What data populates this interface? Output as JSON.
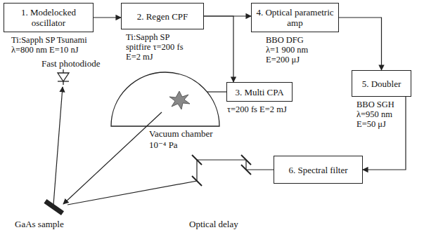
{
  "diagram": {
    "nodes": [
      {
        "text": [
          "1. Modelocked oscillator",
          "Ti:Sapph SP Tsunami",
          "λ=800 nm E=10 nJ"
        ]
      },
      {
        "text": [
          "2. Regen CPF",
          "Ti:Sapph SP",
          "spitfire τ=200 fs",
          "E=2 mJ"
        ]
      },
      {
        "text": [
          "4. Optical parametric amp",
          "BBO DFG",
          "λ=1 900 nm",
          "E=200 μJ"
        ]
      },
      {
        "text": [
          "3. Multi CPA",
          "τ=200 fs E=2 mJ"
        ]
      },
      {
        "text": [
          "5. Doubler",
          "BBO SGH",
          "λ=950 nm",
          "E=50 μJ"
        ]
      },
      {
        "text": [
          "6. Spectral filter"
        ]
      },
      {
        "text": [
          "Vacuum chamber",
          "10⁻⁴ Pa"
        ]
      }
    ],
    "edges": [
      {
        "from": 0,
        "to": 1,
        "arrow": "to"
      },
      {
        "from": 1,
        "to": 2,
        "arrow": "to"
      },
      {
        "from": 1,
        "to": 3,
        "arrow": "to"
      },
      {
        "from": 2,
        "to": 4,
        "arrow": "to"
      },
      {
        "from": 4,
        "to": 5,
        "arrow": "to"
      },
      {
        "from": 3,
        "to": 6,
        "arrow": "none"
      }
    ],
    "labels": [
      "Fast photodiode",
      "GaAs sample",
      "Optical delay"
    ]
  }
}
